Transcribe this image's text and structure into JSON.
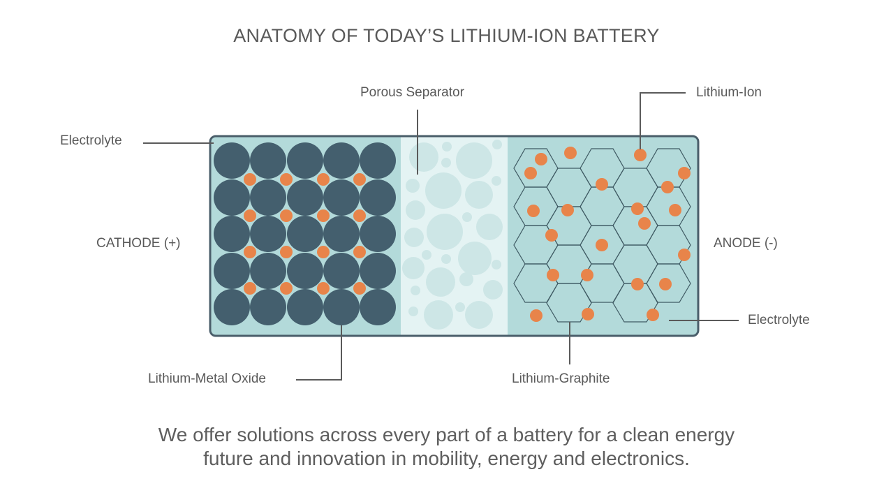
{
  "title": "ANATOMY OF TODAY’S LITHIUM-ION BATTERY",
  "labels": {
    "electrolyte_left": "Electrolyte",
    "porous_separator": "Porous Separator",
    "lithium_ion": "Lithium-Ion",
    "cathode": "CATHODE (+)",
    "anode": "ANODE (-)",
    "electrolyte_right": "Electrolyte",
    "lithium_metal_oxide": "Lithium-Metal Oxide",
    "lithium_graphite": "Lithium-Graphite"
  },
  "footer": {
    "line1": "We offer solutions across every part of a battery for a clean energy",
    "line2": "future and innovation in mobility, energy and electronics."
  },
  "colors": {
    "frame": "#4a5e6a",
    "electrolyte": "#b3dada",
    "separator_bg": "#e4f3f3",
    "separator_pores": "#cde6e6",
    "cathode_particle": "#445f6e",
    "lithium_ion": "#e8844a",
    "leader_line": "#5a5a5a",
    "text": "#595959"
  }
}
